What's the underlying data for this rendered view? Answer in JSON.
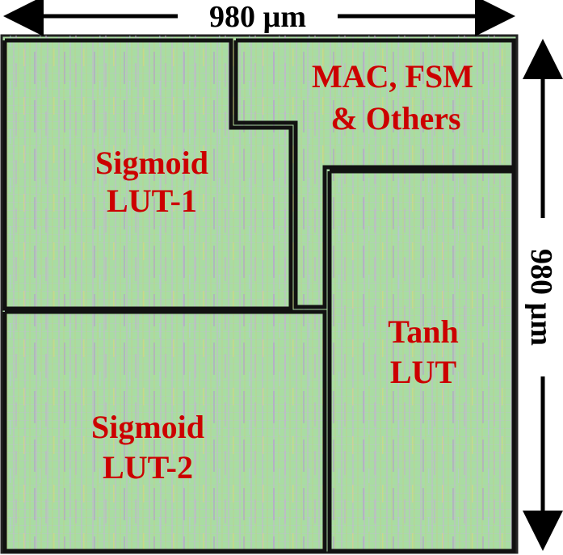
{
  "dimensions": {
    "width_label": "980 µm",
    "height_label": "980 µm"
  },
  "blocks": {
    "sigmoid_lut_1": {
      "line1": "Sigmoid",
      "line2": "LUT-1"
    },
    "sigmoid_lut_2": {
      "line1": "Sigmoid",
      "line2": "LUT-2"
    },
    "mac_fsm_others": {
      "line1": "MAC, FSM",
      "line2": "& Others"
    },
    "tanh_lut": {
      "line1": "Tanh",
      "line2": "LUT"
    }
  },
  "colors": {
    "die_fill": "#a8d8a8",
    "block_border": "#111111",
    "label": "#cc0000",
    "arrow": "#000000"
  }
}
